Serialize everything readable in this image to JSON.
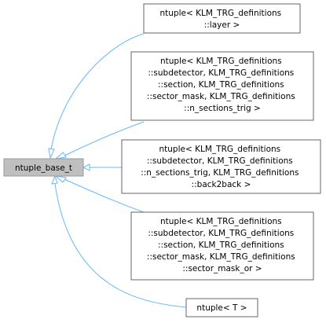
{
  "base_node": {
    "label": "ntuple_base_t"
  },
  "derived_nodes": [
    {
      "id": "layer",
      "lines": [
        "ntuple< KLM_TRG_definitions",
        "::layer >"
      ]
    },
    {
      "id": "n-sections-trig",
      "lines": [
        "ntuple< KLM_TRG_definitions",
        "::subdetector, KLM_TRG_definitions",
        "::section, KLM_TRG_definitions",
        "::sector_mask, KLM_TRG_definitions",
        "::n_sections_trig >"
      ]
    },
    {
      "id": "back2back",
      "lines": [
        "ntuple< KLM_TRG_definitions",
        "::subdetector, KLM_TRG_definitions",
        "::n_sections_trig, KLM_TRG_definitions",
        "::back2back >"
      ]
    },
    {
      "id": "sector-mask-or",
      "lines": [
        "ntuple< KLM_TRG_definitions",
        "::subdetector, KLM_TRG_definitions",
        "::section, KLM_TRG_definitions",
        "::sector_mask, KLM_TRG_definitions",
        "::sector_mask_or >"
      ]
    },
    {
      "id": "generic",
      "lines": [
        "ntuple< T >"
      ]
    }
  ],
  "colors": {
    "edge": "#63b8ff",
    "node_border": "#666666",
    "base_fill": "#bfbfbf",
    "base_border": "#999999"
  }
}
